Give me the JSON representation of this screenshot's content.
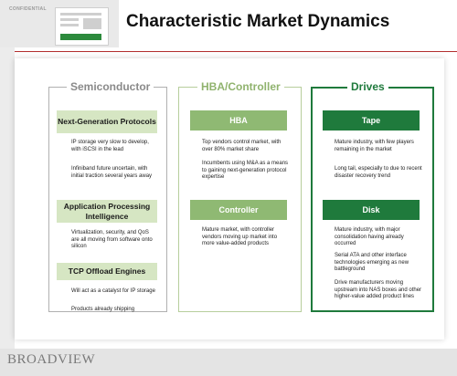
{
  "header": {
    "confidential_label": "CONFIDENTIAL",
    "title": "Characteristic Market Dynamics"
  },
  "footer": {
    "logo_text": "BROADVIEW"
  },
  "columns": {
    "semiconductor": {
      "title": "Semiconductor",
      "sections": [
        {
          "heading": "Next-Generation Protocols",
          "bullets": [
            "IP storage very slow to develop, with iSCSI in the lead",
            "Infiniband future uncertain, with initial traction several years away"
          ]
        },
        {
          "heading": "Application Processing Intelligence",
          "bullets": [
            "Virtualization, security, and QoS are all moving from software onto silicon"
          ]
        },
        {
          "heading": "TCP Offload Engines",
          "bullets": [
            "Will act as a catalyst for IP storage",
            "Products already shipping"
          ]
        }
      ]
    },
    "hba": {
      "title": "HBA/Controller",
      "sections": [
        {
          "heading": "HBA",
          "bullets": [
            "Top vendors control market, with over 80% market share",
            "Incumbents using M&A as a means to gaining next-generation protocol expertise"
          ]
        },
        {
          "heading": "Controller",
          "bullets": [
            "Mature market, with controller vendors moving up market into more value-added products"
          ]
        }
      ]
    },
    "drives": {
      "title": "Drives",
      "sections": [
        {
          "heading": "Tape",
          "bullets": [
            "Mature industry, with few players remaining in the market",
            "Long tail, especially to due to recent disaster recovery trend"
          ]
        },
        {
          "heading": "Disk",
          "bullets": [
            "Mature industry, with major consolidation having already occurred",
            "Serial ATA and other interface technologies emerging as new battleground",
            "Drive manufacturers moving upstream into NAS boxes and other higher-value added product lines"
          ]
        }
      ]
    }
  },
  "colors": {
    "dark_green": "#1f7a3c",
    "mid_green": "#8fb973",
    "pale_green": "#d6e6c3",
    "rule_red": "#b22f2f"
  }
}
